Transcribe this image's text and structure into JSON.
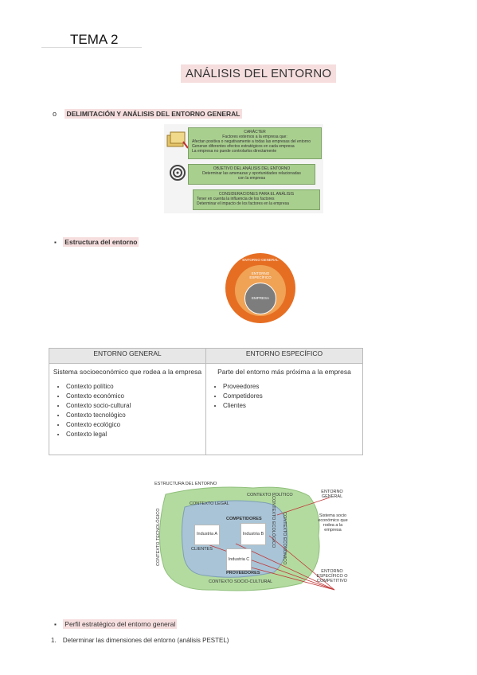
{
  "header": {
    "tema": "TEMA 2",
    "title": "ANÁLISIS DEL ENTORNO"
  },
  "section1": {
    "bullet": "o",
    "heading": "DELIMITACIÓN Y ANÁLISIS DEL ENTORNO GENERAL"
  },
  "figure1": {
    "box1": {
      "title": "CARÁCTER",
      "subtitle": "Factores externos a la empresa que:",
      "lines": [
        "Afectan positiva o negativamente a todas las empresas del entorno",
        "Generan diferentes efectos estratégicos en cada empresa",
        "La empresa no puede controlarlos directamente"
      ]
    },
    "box2": {
      "title": "OBJETIVO DEL ANÁLISIS DEL ENTORNO",
      "lines": [
        "Determinar las amenazas y oportunidades relacionadas",
        "con la empresa"
      ]
    },
    "box3": {
      "title": "CONSIDERACIONES PARA EL ANÁLISIS",
      "lines": [
        "Tener en cuenta la influencia de los factores",
        "Determinar el impacto de los factores en la empresa"
      ]
    }
  },
  "section2": {
    "heading": "Estructura del entorno"
  },
  "circles": {
    "outer": "ENTORNO GENERAL",
    "middle": "ENTORNO ESPECÍFICO",
    "inner": "EMPRESA"
  },
  "table": {
    "headers": [
      "ENTORNO GENERAL",
      "ENTORNO ESPECÍFICO"
    ],
    "subheaders": [
      "Sistema socioeconómico que rodea a la empresa",
      "Parte del entorno más próxima a la empresa"
    ],
    "col1": [
      "Contexto político",
      "Contexto económico",
      "Contexto socio-cultural",
      "Contexto tecnológico",
      "Contexto ecológico",
      "Contexto legal"
    ],
    "col2": [
      "Proveedores",
      "Competidores",
      "Clientes"
    ]
  },
  "figure2": {
    "title": "ESTRUCTURA DEL ENTORNO",
    "ctx_politico": "CONTEXTO POLÍTICO",
    "ctx_legal": "CONTEXTO LEGAL",
    "ctx_tecnologico": "CONTEXTO TECNOLÓGICO",
    "ctx_economico": "CONTEXTO ECONÓMICO",
    "ctx_ecologico": "CONTEXTO ECOLÓGICO",
    "ctx_sociocultural": "CONTEXTO SOCIO-CULTURAL",
    "competidores": "COMPETIDORES",
    "clientes": "CLIENTES",
    "proveedores": "PROVEEDORES",
    "industria_a": "Industria A",
    "industria_b": "Industria B",
    "industria_c": "Industria C",
    "entorno_general": "ENTORNO GENERAL",
    "sistema": "Sistema socio económico que rodea a la empresa",
    "entorno_especifico": "ENTORNO ESPECÍFICO O COMPETITIVO"
  },
  "section3": {
    "heading": "Perfil estratégico del entorno general"
  },
  "item1": {
    "num": "1.",
    "text": "Determinar las dimensiones del entorno (análisis PESTEL)"
  },
  "colors": {
    "highlight": "#f6dede",
    "green_box": "#a9cf8f",
    "circle_outer": "#e66e23",
    "circle_middle": "#f0a255",
    "circle_inner": "#7d7d7d",
    "map_green": "#b3dba0",
    "map_blue": "#a9c4d6"
  }
}
